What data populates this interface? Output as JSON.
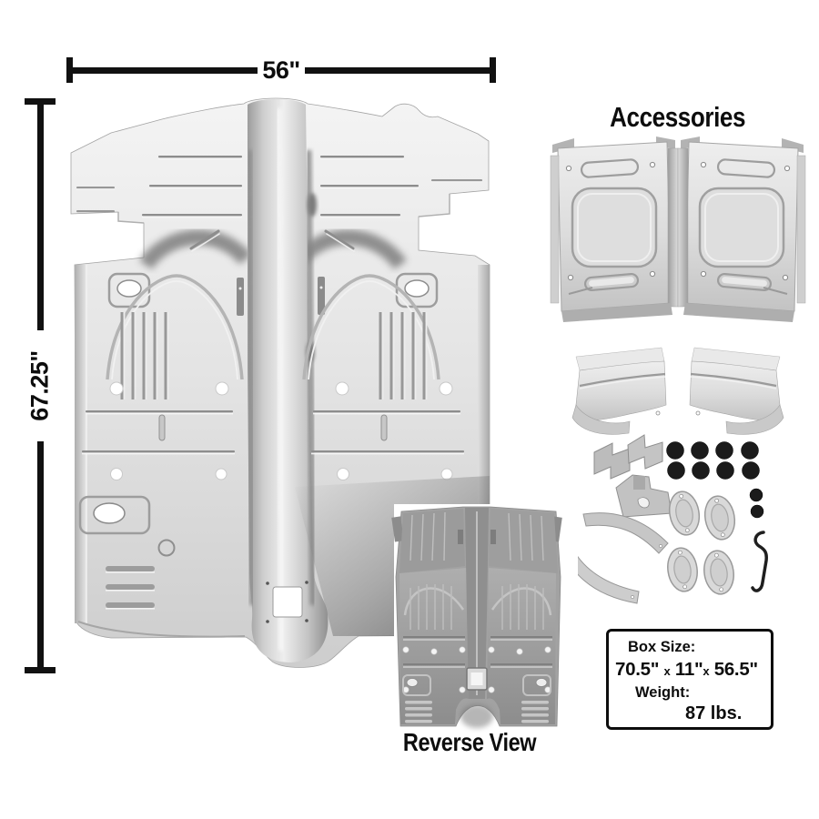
{
  "dimensions": {
    "width": "56\"",
    "height": "67.25\""
  },
  "headings": {
    "accessories": "Accessories",
    "reverse_view": "Reverse View"
  },
  "info_box": {
    "size_label": "Box Size:",
    "size_value_1": "70.5\"",
    "size_sep_1": "x",
    "size_value_2": "11\"",
    "size_sep_2": "x",
    "size_value_3": "56.5\"",
    "weight_label": "Weight:",
    "weight_value": "87 lbs."
  },
  "colors": {
    "background": "#ffffff",
    "annotation_black": "#0d0d0d",
    "metal_light": "#f2f2f2",
    "metal_mid": "#cfcfcf",
    "metal_shadow": "#8f8f8f",
    "metal_dark": "#6e6e6e",
    "reverse_metal": "#9e9e9e",
    "rubber_plug": "#1a1a1a"
  }
}
